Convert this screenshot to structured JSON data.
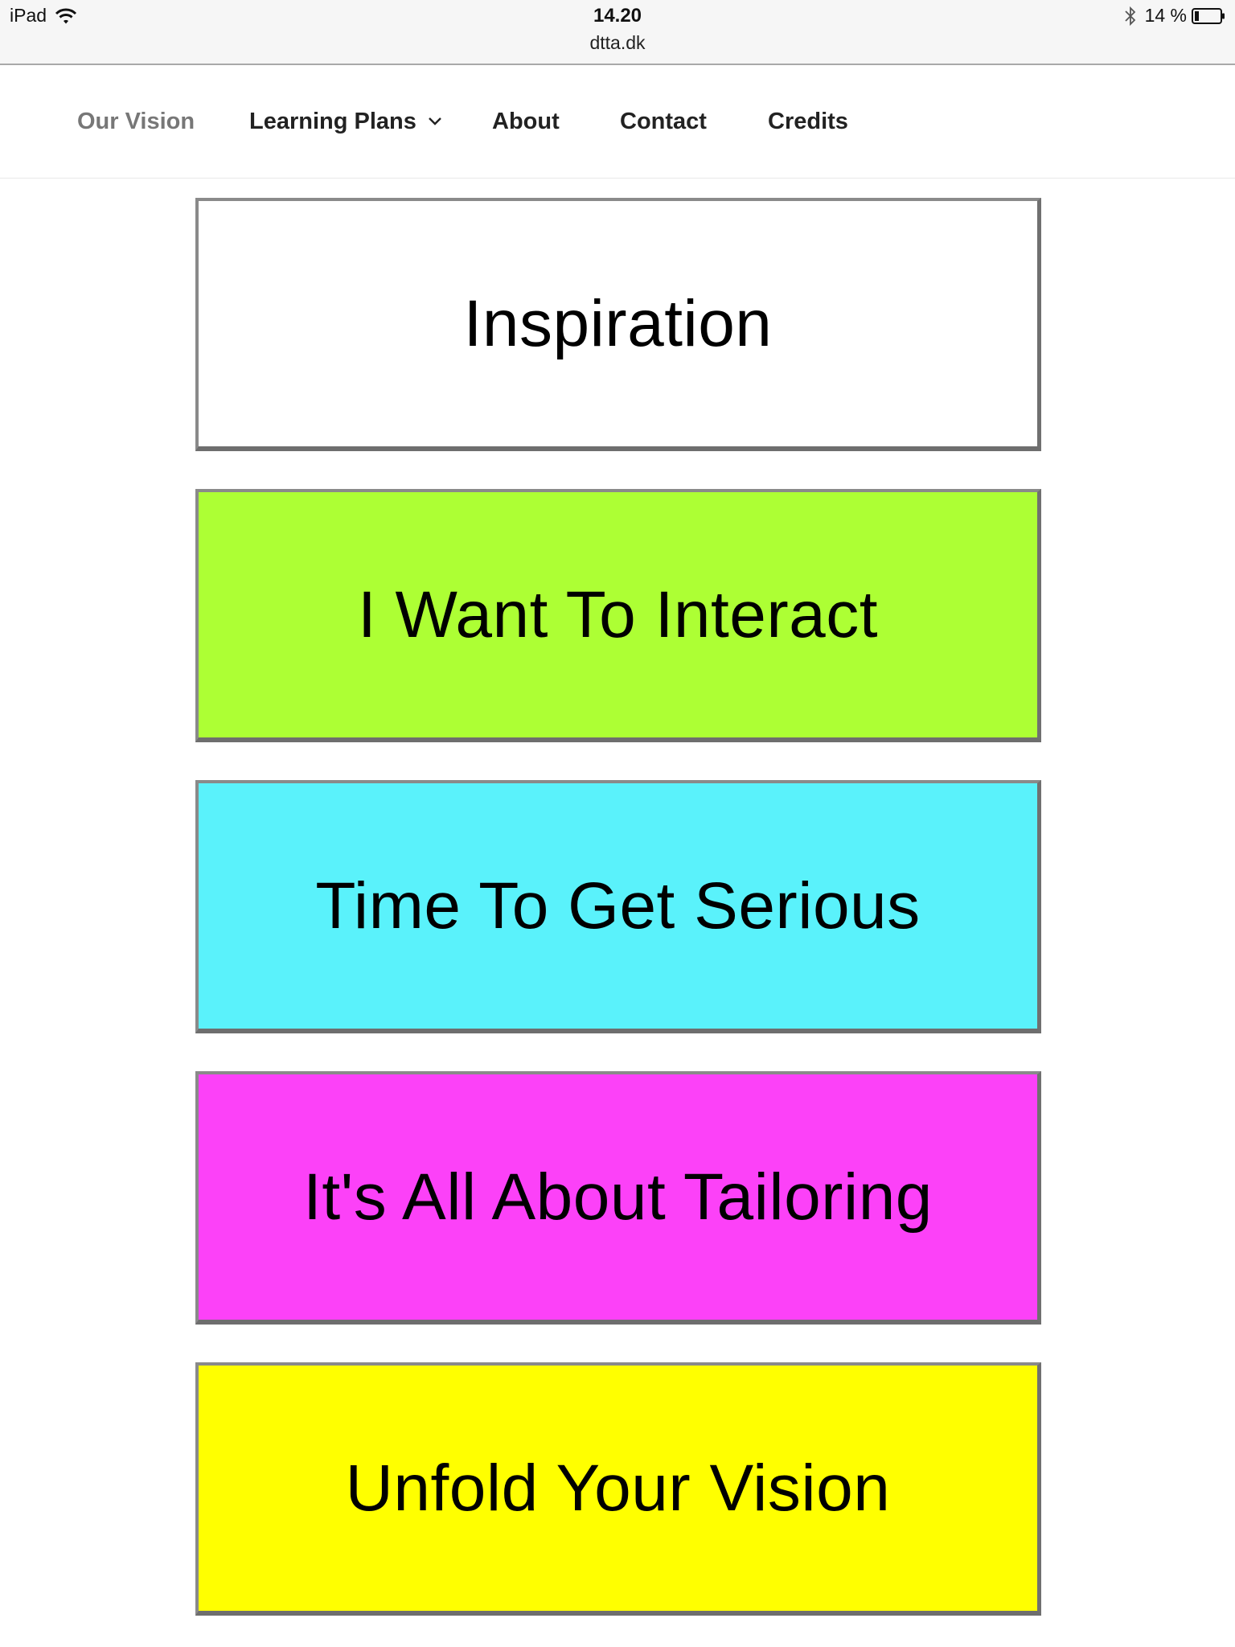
{
  "status_bar": {
    "device": "iPad",
    "time": "14.20",
    "url": "dtta.dk",
    "battery": "14 %"
  },
  "nav": {
    "items": [
      {
        "label": "Our Vision",
        "current": true
      },
      {
        "label": "Learning Plans",
        "has_dropdown": true
      },
      {
        "label": "About"
      },
      {
        "label": "Contact"
      },
      {
        "label": "Credits"
      }
    ]
  },
  "tiles": [
    {
      "label": "Inspiration",
      "color": "#ffffff"
    },
    {
      "label": "I Want To Interact",
      "color": "#adff34"
    },
    {
      "label": "Time To Get Serious",
      "color": "#5af2fb"
    },
    {
      "label": "It's All About Tailoring",
      "color": "#fc41f8"
    },
    {
      "label": "Unfold Your Vision",
      "color": "#ffff00"
    }
  ],
  "icons": {
    "wifi": "wifi-icon",
    "bluetooth": "bluetooth-icon",
    "battery": "battery-icon",
    "dropdown": "chevron-down-icon"
  }
}
